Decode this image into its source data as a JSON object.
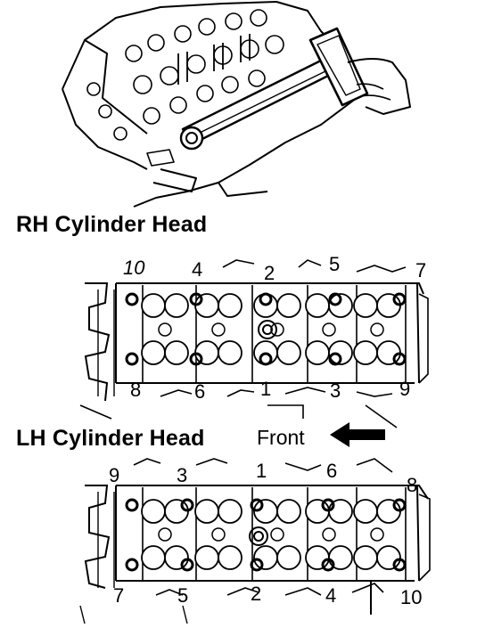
{
  "headings": {
    "rh": "RH Cylinder Head",
    "lh": "LH Cylinder Head",
    "front": "Front"
  },
  "rh_sequence": {
    "top": [
      "10",
      "4",
      "2",
      "5",
      "7"
    ],
    "bottom": [
      "8",
      "6",
      "1",
      "3",
      "9"
    ]
  },
  "lh_sequence": {
    "top": [
      "9",
      "3",
      "1",
      "6",
      "8"
    ],
    "bottom": [
      "7",
      "5",
      "2",
      "4",
      "10"
    ]
  },
  "colors": {
    "line": "#000000",
    "background": "#ffffff"
  },
  "icons": [
    "torque-wrench-icon",
    "front-arrow-icon"
  ]
}
